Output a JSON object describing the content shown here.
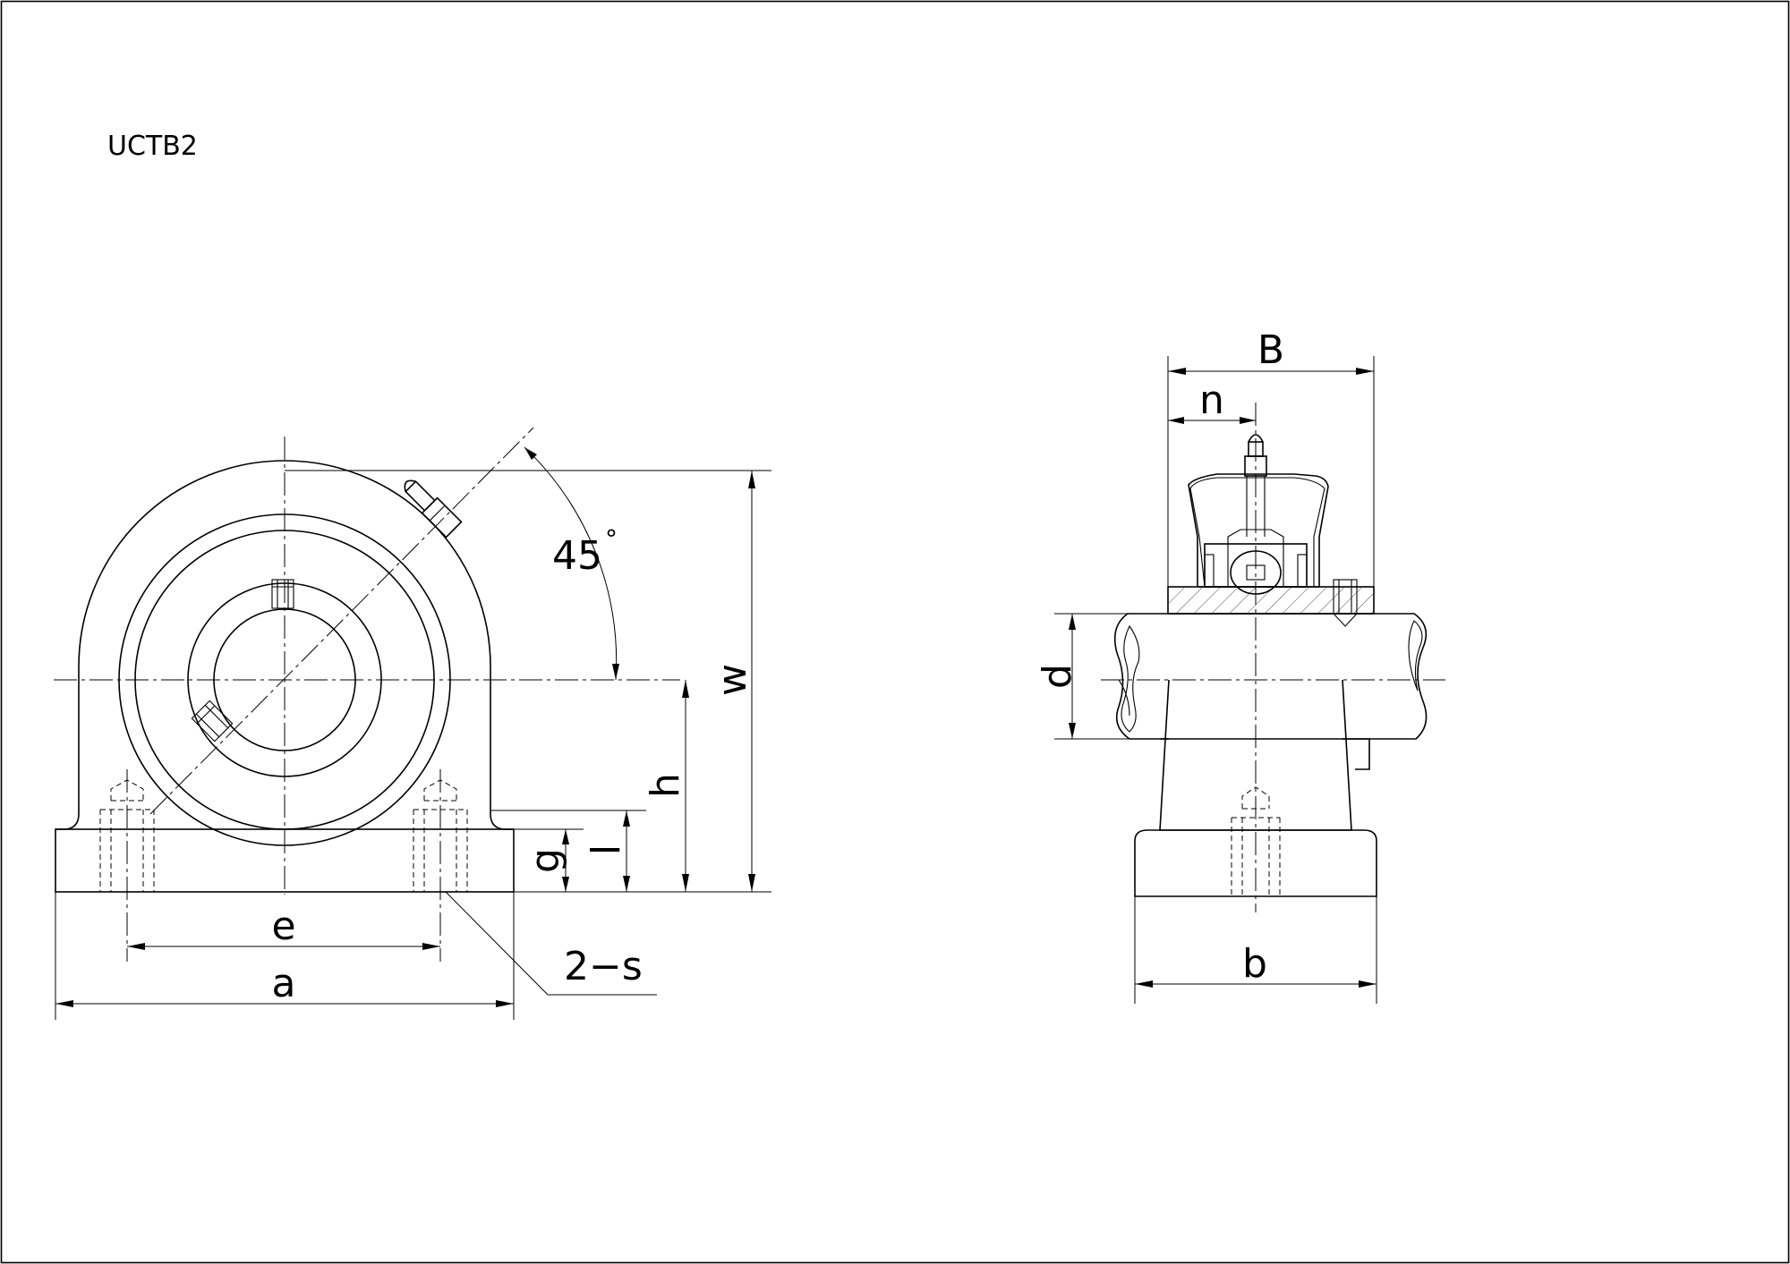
{
  "title": "UCTB2",
  "dimensions": {
    "w": "w",
    "h": "h",
    "l": "l",
    "g": "g",
    "e": "e",
    "a": "a",
    "s": "2−s",
    "B": "B",
    "n": "n",
    "d": "d",
    "b": "b"
  },
  "angle": {
    "value": "45",
    "unit": "°"
  }
}
